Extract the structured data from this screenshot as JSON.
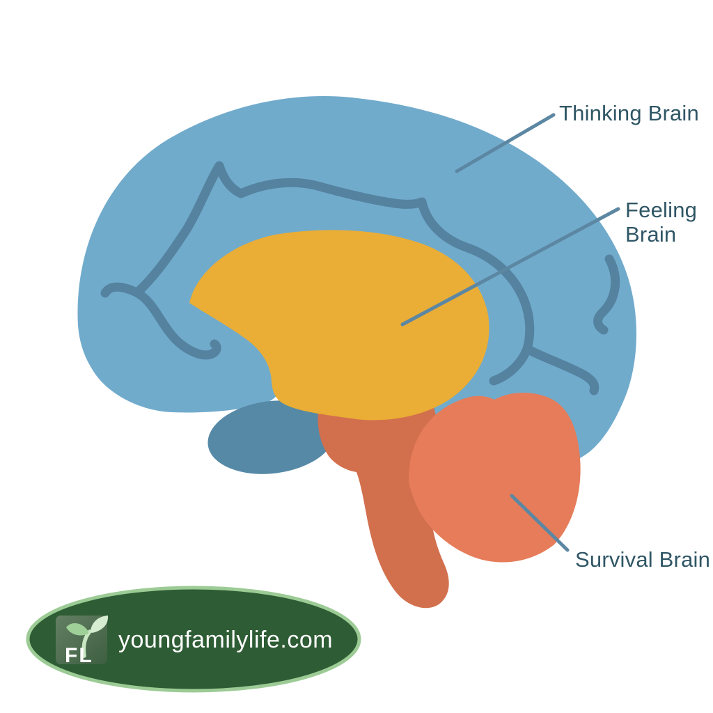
{
  "diagram": {
    "labels": {
      "thinking": "Thinking Brain",
      "feeling_line1": "Feeling",
      "feeling_line2": "Brain",
      "survival": "Survival Brain"
    },
    "regions": {
      "cerebrum": {
        "name": "Thinking Brain",
        "color": "#71ABCC"
      },
      "limbic": {
        "name": "Feeling Brain",
        "color": "#EAAD35"
      },
      "cerebellum": {
        "name": "Survival Brain",
        "color": "#E67C59"
      },
      "brainstem": {
        "color": "#D2704E"
      },
      "temporal_lobe": {
        "color": "#5589A6"
      }
    },
    "line_colors": {
      "sulcus": "#54829F",
      "leader": "#5C87A3"
    },
    "label_color": "#2F5665"
  },
  "logo": {
    "domain": "youngfamilylife.com",
    "monogram": "FL",
    "colors": {
      "ellipse_fill": "#2E5C34",
      "ellipse_border": "#9CCB95",
      "text": "#FFFFFF",
      "badge_top": "#647F63",
      "badge_bottom": "#3E5F41",
      "leaf_dark": "#9FD098",
      "leaf_light": "#D6EDD2",
      "stem": "#C9E8C2"
    }
  }
}
